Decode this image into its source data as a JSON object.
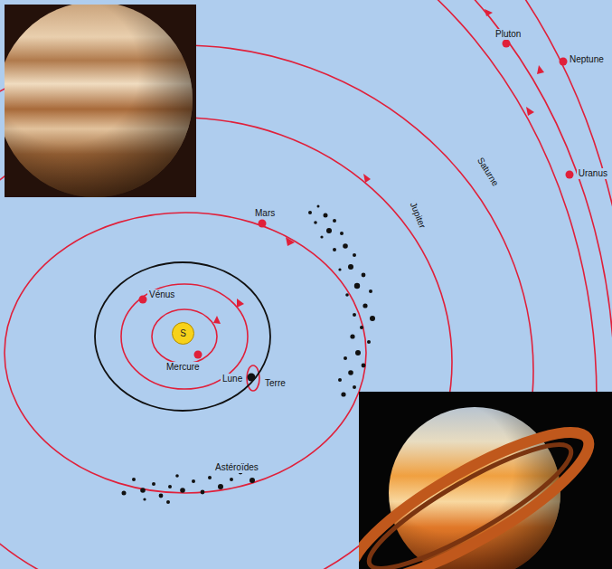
{
  "diagram": {
    "nodes": [
      {
        "text": [
          "S"
        ]
      }
    ],
    "labels": [
      "Pluton",
      "Neptune",
      "Saturne",
      "Uranus",
      "Jupiter",
      "Mars",
      "Vénus",
      "Mercure",
      "Lune",
      "Terre",
      "Astéroïdes"
    ]
  }
}
